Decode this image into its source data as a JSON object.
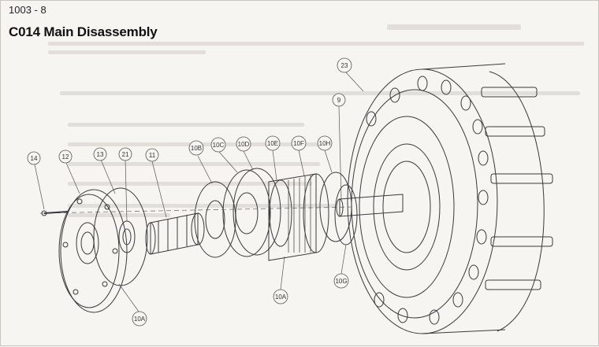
{
  "header": {
    "doc_number": "1003 - 8",
    "title": "C014 Main Disassembly"
  },
  "diagram": {
    "callouts": [
      "14",
      "12",
      "13",
      "21",
      "11",
      "10B",
      "10C",
      "10D",
      "10E",
      "10F",
      "10H",
      "9",
      "23",
      "10A",
      "10G",
      "10A"
    ]
  },
  "colors": {
    "line": "#3a3a3a",
    "paper": "#f6f5f2",
    "ghost_text": "#d8d4cf"
  }
}
